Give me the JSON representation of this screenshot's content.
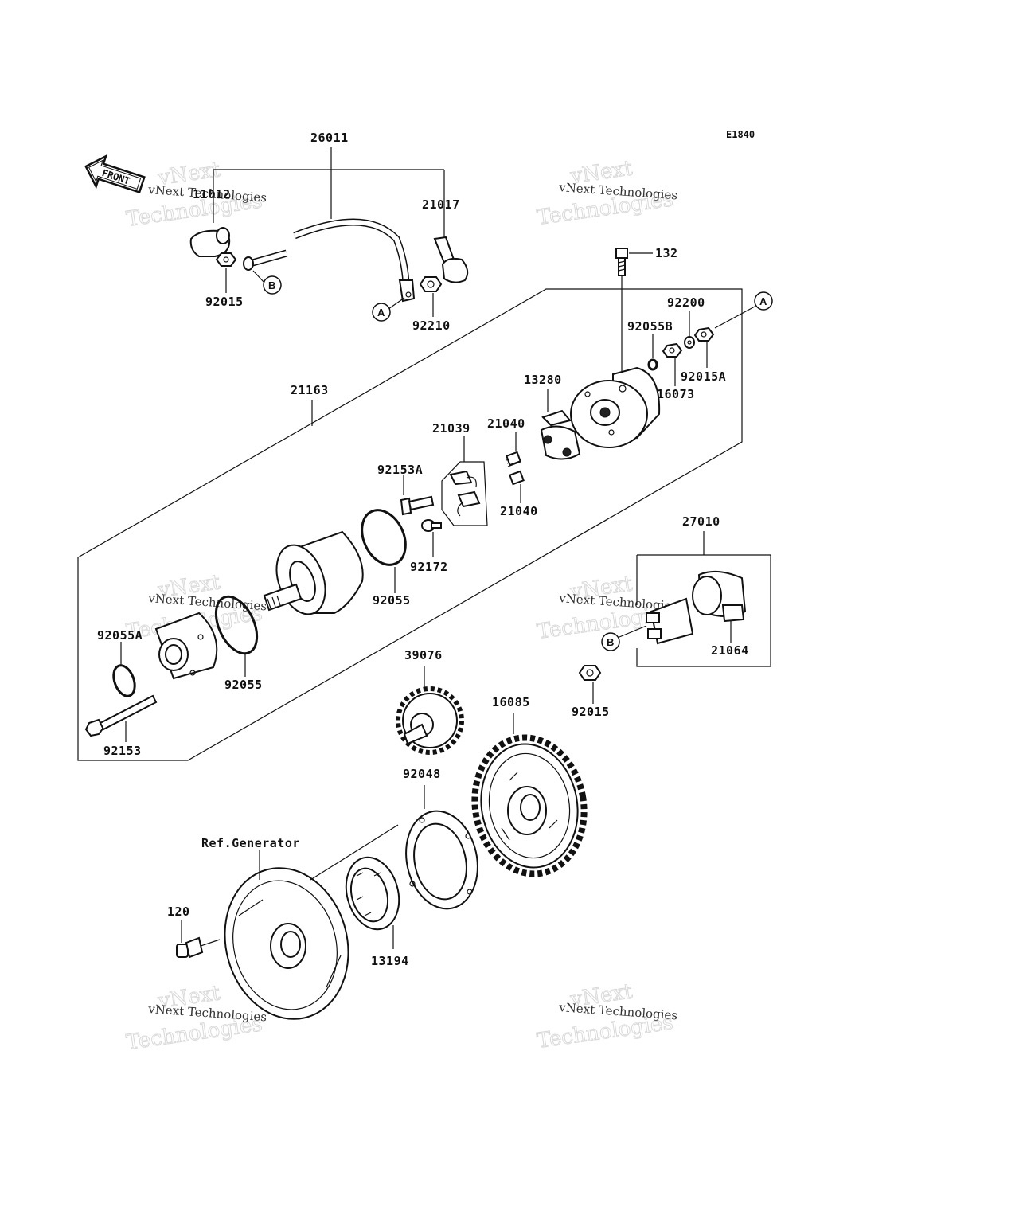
{
  "diagram_code": "E1840",
  "front_label": "FRONT",
  "ref_text": "Ref.Generator",
  "part_labels": {
    "p26011": "26011",
    "p11012": "11012",
    "p21017": "21017",
    "p92015_top": "92015",
    "p92210": "92210",
    "p132": "132",
    "p92200": "92200",
    "p92055B": "92055B",
    "p92015A": "92015A",
    "p16073": "16073",
    "p13280": "13280",
    "p21163": "21163",
    "p21039": "21039",
    "p21040_top": "21040",
    "p21040_bot": "21040",
    "p92153A": "92153A",
    "p92172": "92172",
    "p92055_mid": "92055",
    "p92055A": "92055A",
    "p92055_low": "92055",
    "p92153": "92153",
    "p27010": "27010",
    "p21064": "21064",
    "p92015_bot": "92015",
    "p39076": "39076",
    "p16085": "16085",
    "p92048": "92048",
    "p120": "120",
    "p13194": "13194"
  },
  "callouts": {
    "a_top": "A",
    "a_right": "A",
    "b_top": "B",
    "b_bottom": "B"
  },
  "watermarks": {
    "line1": "vNext",
    "line2": "Technologies",
    "small": "vNext Technologies"
  },
  "colors": {
    "ink": "#111111",
    "watermark": "#d8d8d8",
    "background": "#ffffff"
  }
}
